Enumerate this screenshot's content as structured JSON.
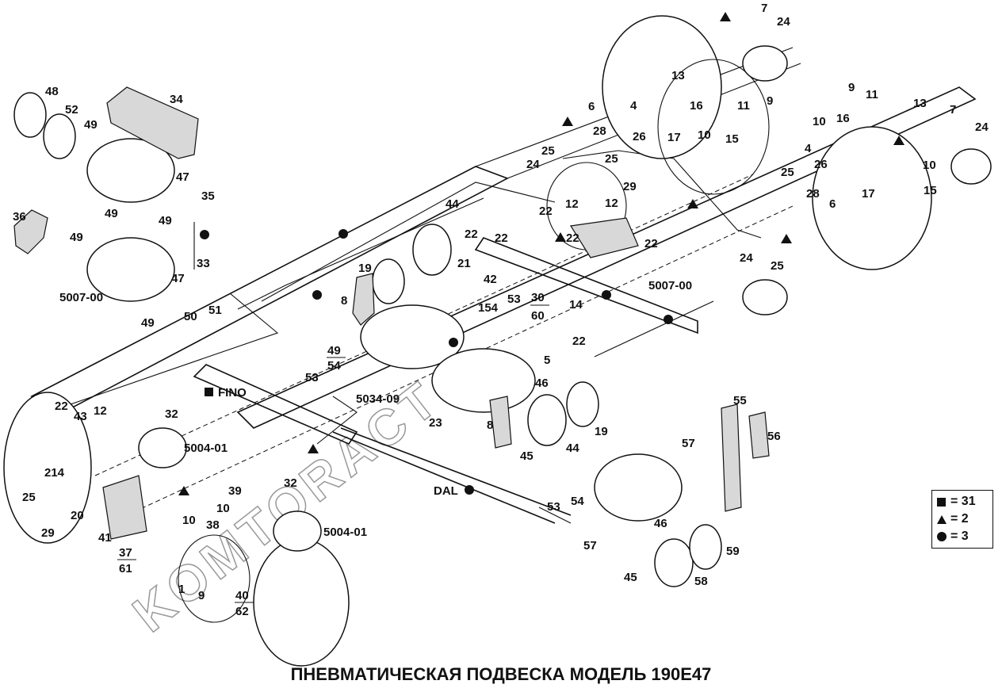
{
  "title": "ПНЕВМАТИЧЕСКАЯ ПОДВЕСКА  МОДЕЛЬ 190E47",
  "watermark": "KOMTORACT",
  "legend": [
    {
      "symbol": "square-icon",
      "text": "= 31"
    },
    {
      "symbol": "triangle-icon",
      "text": "= 2"
    },
    {
      "symbol": "dot-icon",
      "text": "= 3"
    }
  ],
  "markers": {
    "fino": "FINO",
    "dal": "DAL"
  },
  "labels": [
    "48",
    "52",
    "49",
    "34",
    "47",
    "35",
    "49",
    "49",
    "36",
    "49",
    "33",
    "47",
    "5007-00",
    "49",
    "50",
    "51",
    "44",
    "22",
    "22",
    "19",
    "21",
    "42",
    "8",
    "154",
    "53",
    "30",
    "60",
    "14",
    "5007-00",
    "12",
    "22",
    "29",
    "22",
    "25",
    "24",
    "22",
    "12",
    "6",
    "28",
    "26",
    "25",
    "4",
    "17",
    "13",
    "16",
    "10",
    "11",
    "9",
    "15",
    "7",
    "24",
    "9",
    "11",
    "10",
    "16",
    "4",
    "13",
    "7",
    "24",
    "26",
    "25",
    "28",
    "6",
    "17",
    "10",
    "15",
    "25",
    "24",
    "49",
    "54",
    "53",
    "5034-09",
    "23",
    "46",
    "5",
    "22",
    "8",
    "45",
    "44",
    "19",
    "22",
    "43",
    "12",
    "32",
    "5004-01",
    "214",
    "25",
    "20",
    "29",
    "41",
    "37",
    "61",
    "10",
    "38",
    "39",
    "32",
    "10",
    "5004-01",
    "9",
    "1",
    "40",
    "62",
    "55",
    "56",
    "57",
    "53",
    "54",
    "57",
    "46",
    "59",
    "45",
    "58"
  ]
}
